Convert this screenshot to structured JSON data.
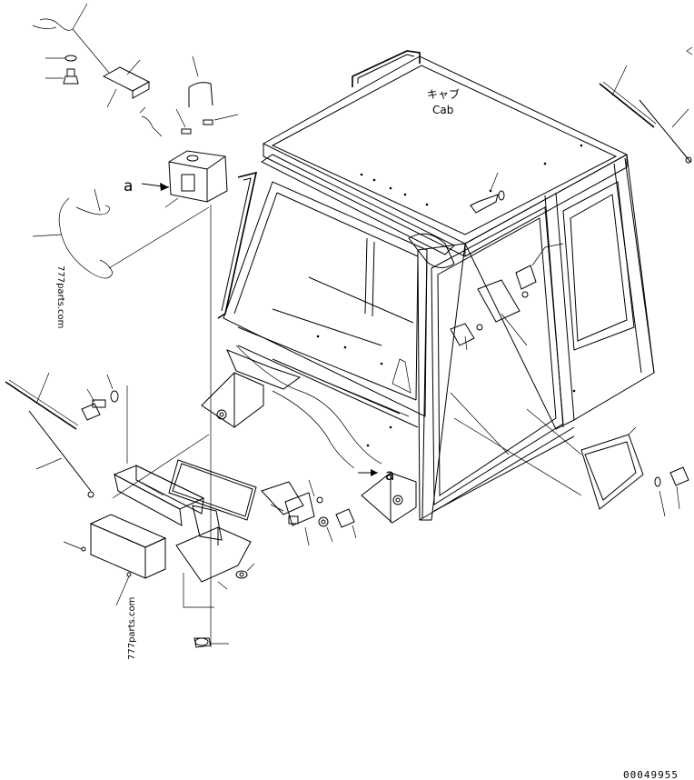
{
  "labels": {
    "cab_jp": "キャブ",
    "cab_en": "Cab",
    "ref_a_left": "a",
    "ref_a_right": "a",
    "watermark_top": "777parts.com",
    "watermark_bottom": "777parts.com",
    "drawing_number": "00049955"
  }
}
